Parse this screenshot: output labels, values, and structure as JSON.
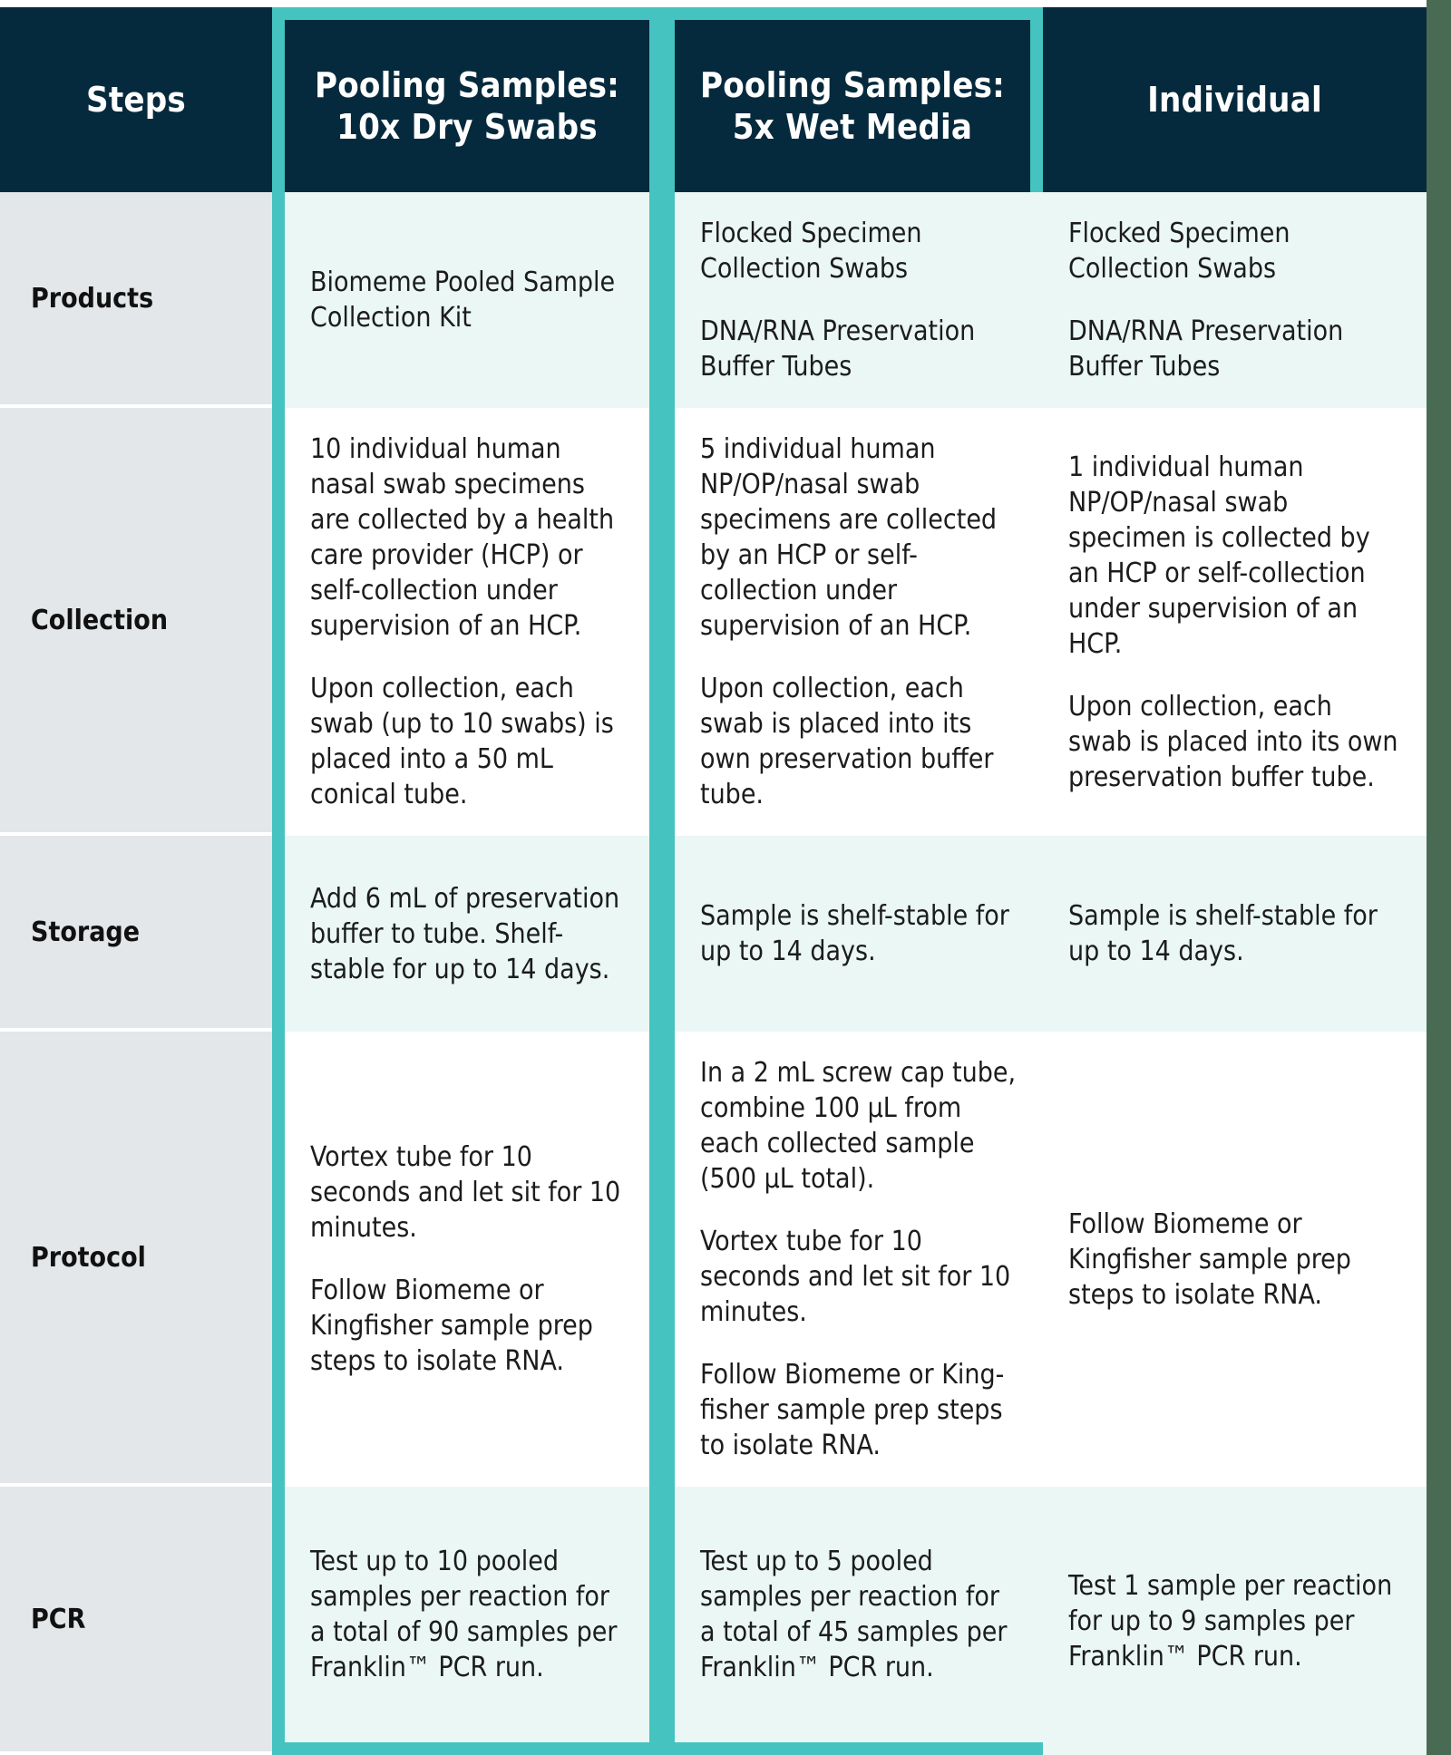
{
  "theme": {
    "page_background": "#4a6b53",
    "header_background": "#062a3d",
    "header_text": "#ffffff",
    "highlight_border": "#45c3c0",
    "row_label_background": "#e3e7e9",
    "tint_cell_background": "#eaf7f4",
    "body_text": "#1c1c1c"
  },
  "table": {
    "columns": [
      {
        "id": "steps",
        "label": "Steps",
        "highlighted": false
      },
      {
        "id": "pool_dry",
        "label": "Pooling Samples:\n10x Dry Swabs",
        "line1": "Pooling Samples:",
        "line2": "10x Dry Swabs",
        "highlighted": true
      },
      {
        "id": "pool_wet",
        "label": "Pooling Samples:\n5x Wet Media",
        "line1": "Pooling Samples:",
        "line2": "5x Wet Media",
        "highlighted": true
      },
      {
        "id": "individual",
        "label": "Individual",
        "line1": "Individual",
        "line2": "",
        "highlighted": false
      }
    ],
    "rows": [
      {
        "id": "products",
        "label": "Products",
        "tint": true,
        "cells": [
          {
            "paragraphs": [
              "Biomeme Pooled Sample Collection Kit"
            ]
          },
          {
            "paragraphs": [
              "Flocked Specimen Collection Swabs",
              "DNA/RNA Preservation Buffer Tubes"
            ]
          },
          {
            "paragraphs": [
              "Flocked Specimen Collection Swabs",
              "DNA/RNA Preservation Buffer Tubes"
            ]
          }
        ]
      },
      {
        "id": "collection",
        "label": "Collection",
        "tint": false,
        "cells": [
          {
            "paragraphs": [
              "10 individual human nasal swab specimens are collected by a health care provider (HCP) or self-collection under supervision of an HCP.",
              "Upon collection, each swab (up to 10 swabs) is placed into a 50 mL conical tube."
            ]
          },
          {
            "paragraphs": [
              "5 individual human NP/OP/nasal swab specimens are collected by an HCP or self-collection under supervision of an HCP.",
              "Upon collection, each swab is placed into its own preservation buffer tube."
            ]
          },
          {
            "paragraphs": [
              "1 individual human NP/OP/nasal swab specimen is collected by an HCP or self-collection under supervision of an HCP.",
              "Upon collection, each swab is placed into its own preservation buffer tube."
            ]
          }
        ]
      },
      {
        "id": "storage",
        "label": "Storage",
        "tint": true,
        "cells": [
          {
            "paragraphs": [
              "Add 6 mL of preservation buffer to tube. Shelf-stable for up to 14 days."
            ]
          },
          {
            "paragraphs": [
              "Sample is shelf-stable for up to 14 days."
            ]
          },
          {
            "paragraphs": [
              "Sample is shelf-stable for up to 14 days."
            ]
          }
        ]
      },
      {
        "id": "protocol",
        "label": "Protocol",
        "tint": false,
        "cells": [
          {
            "paragraphs": [
              "Vortex tube for 10 seconds and let sit for 10 minutes.",
              "Follow Biomeme or Kingfisher sample prep steps to isolate RNA."
            ]
          },
          {
            "paragraphs": [
              "In a 2 mL screw cap tube, combine 100 µL from each collected sample (500 µL total).",
              "Vortex tube for 10 seconds and let sit for 10 minutes.",
              "Follow Biomeme or King-fisher sample prep steps to isolate RNA."
            ]
          },
          {
            "paragraphs": [
              "Follow Biomeme or Kingfisher sample prep steps to isolate RNA."
            ]
          }
        ]
      },
      {
        "id": "pcr",
        "label": "PCR",
        "tint": true,
        "cells": [
          {
            "paragraphs": [
              "Test up to 10 pooled samples per reaction for a total of 90 samples per Franklin™ PCR run."
            ]
          },
          {
            "paragraphs": [
              "Test up to 5 pooled samples per reaction for a total of 45 samples per Franklin™ PCR run."
            ]
          },
          {
            "paragraphs": [
              "Test 1 sample per reaction for up to 9 samples per Franklin™ PCR run."
            ]
          }
        ]
      }
    ]
  }
}
